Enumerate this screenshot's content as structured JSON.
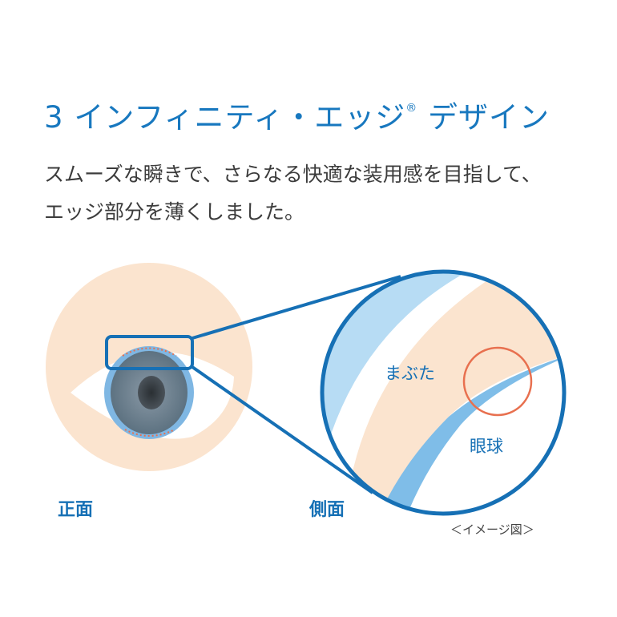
{
  "title": {
    "number": "3",
    "text": "インフィニティ・エッジ",
    "reg": "®",
    "suffix": " デザイン"
  },
  "description": [
    "スムーズな瞬きで、さらなる快適な装用感を目指して、",
    "エッジ部分を薄くしました。"
  ],
  "labels": {
    "front": "正面",
    "side": "側面",
    "eyelid": "まぶた",
    "eyeball": "眼球",
    "caption": "＜イメージ図＞"
  },
  "colors": {
    "accent": "#1878bf",
    "skin": "#fbe4cf",
    "lens": "#a9d3f0",
    "highlight": "#e8704f"
  }
}
